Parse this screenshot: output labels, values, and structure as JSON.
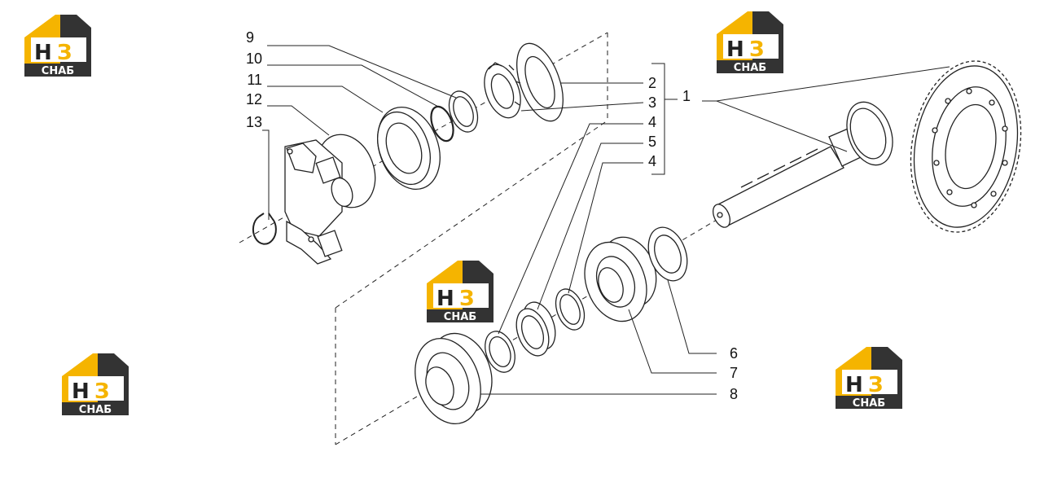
{
  "watermark": {
    "logo_mark": "НЗ",
    "logo_text": "СНАБ",
    "colors": {
      "yellow": "#f5b400",
      "dark": "#333333",
      "white": "#ffffff"
    }
  },
  "diagram": {
    "callouts": [
      "9",
      "10",
      "11",
      "12",
      "13",
      "2",
      "3",
      "4",
      "5",
      "4",
      "1",
      "6",
      "7",
      "8"
    ],
    "line_color": "#222222"
  }
}
